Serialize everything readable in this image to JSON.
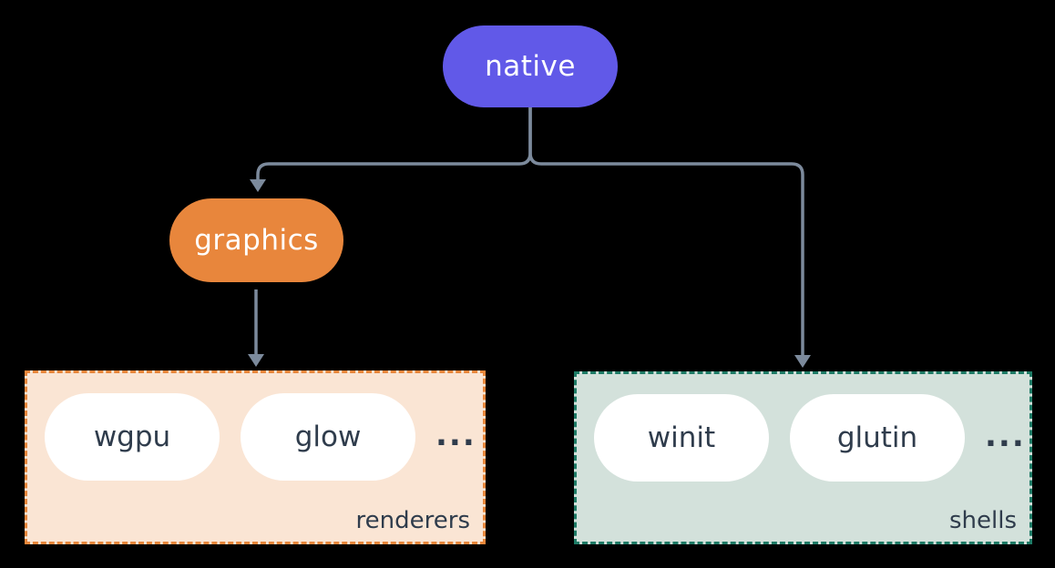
{
  "diagram": {
    "background_color": "#000000",
    "connector_color": "#7c8a9c",
    "nodes": [
      {
        "id": "native",
        "label": "native",
        "fill_color": "#6159e8",
        "text_color": "#ffffff"
      },
      {
        "id": "graphics",
        "label": "graphics",
        "fill_color": "#e8863c",
        "text_color": "#ffffff"
      }
    ],
    "groups": [
      {
        "id": "renderers",
        "label": "renderers",
        "fill_color": "#fae5d4",
        "border_color": "#e8873b",
        "items": [
          "wgpu",
          "glow"
        ],
        "ellipsis": "...",
        "item_fill_color": "#ffffff",
        "item_text_color": "#2f3c4c"
      },
      {
        "id": "shells",
        "label": "shells",
        "fill_color": "#d3e1db",
        "border_color": "#1e7b66",
        "items": [
          "winit",
          "glutin"
        ],
        "ellipsis": "...",
        "item_fill_color": "#ffffff",
        "item_text_color": "#2f3c4c"
      }
    ],
    "edges": [
      {
        "from": "native",
        "to": "graphics"
      },
      {
        "from": "native",
        "to": "shells"
      },
      {
        "from": "graphics",
        "to": "renderers"
      }
    ]
  }
}
